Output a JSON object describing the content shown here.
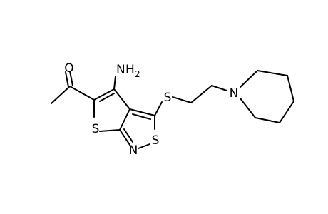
{
  "molecule": {
    "atoms": {
      "oxygen": "O",
      "amine_n": "N",
      "amine_h": "H",
      "amine_h_count": "2",
      "thiophene_s": "S",
      "isothiazole_n": "N",
      "isothiazole_s": "S",
      "thioether_s": "S",
      "piperidine_n": "N"
    }
  },
  "colors": {
    "bond": "#000000",
    "background": "#ffffff"
  }
}
